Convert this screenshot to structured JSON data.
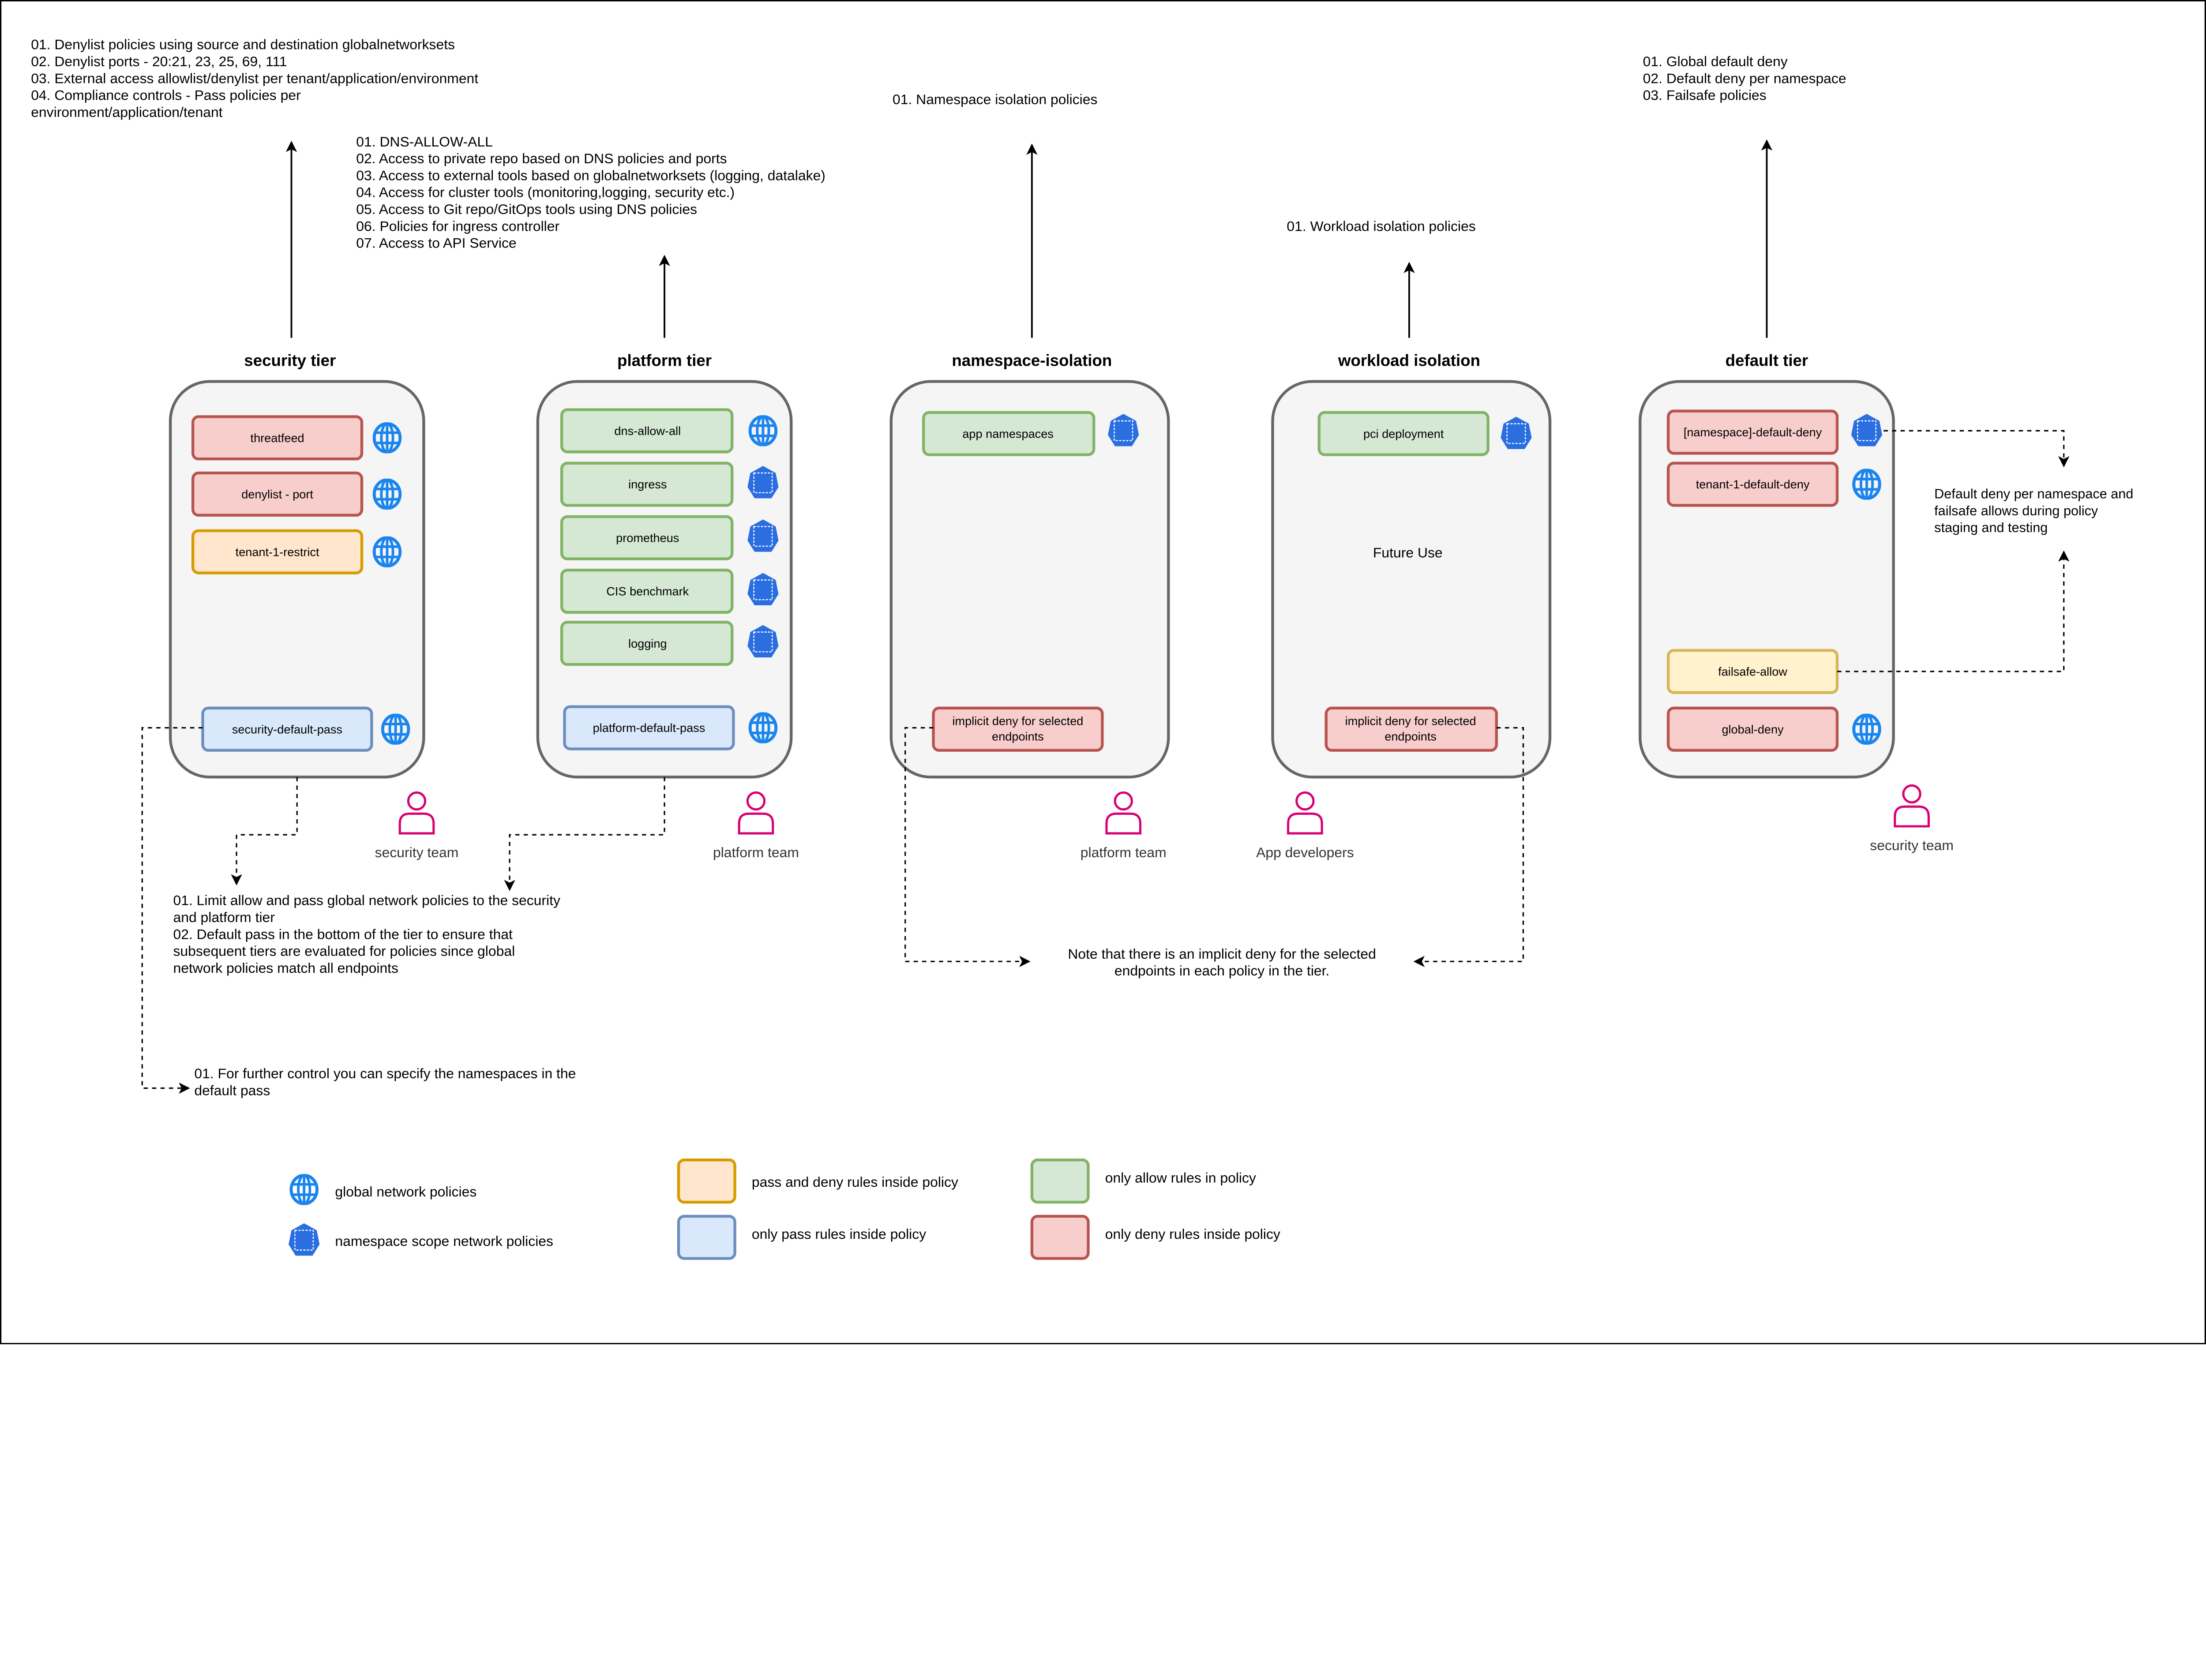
{
  "colors": {
    "deny": "#f8cecc",
    "allow": "#d5e8d4",
    "pass": "#dae8fc",
    "pass_deny": "#ffe6cc",
    "failsafe": "#fff2cc",
    "global_icon": "#1a85ef",
    "namespace_icon": "#2a6ee0",
    "person": "#d80073"
  },
  "security_notes": [
    "01. Denylist policies using source and destination globalnetworksets",
    "02. Denylist ports - 20:21, 23, 25, 69, 111",
    "03. External access allowlist/denylist per tenant/application/environment",
    "04. Compliance controls - Pass policies per",
    "environment/application/tenant"
  ],
  "platform_notes": [
    "01. DNS-ALLOW-ALL",
    "02. Access to private repo based on DNS policies and ports",
    "03. Access to external tools based on globalnetworksets (logging, datalake)",
    "04. Access for cluster tools (monitoring,logging, security etc.)",
    "05. Access to Git repo/GitOps tools using DNS policies",
    "06. Policies for ingress controller",
    "07. Access to API Service"
  ],
  "namespace_notes": [
    "01. Namespace isolation policies"
  ],
  "workload_notes": [
    "01. Workload isolation policies"
  ],
  "default_notes": [
    "01. Global default deny",
    "02. Default deny per namespace",
    "03. Failsafe policies"
  ],
  "tiers": {
    "security": {
      "title": "security tier",
      "items": [
        "threatfeed",
        "denylist - port",
        "tenant-1-restrict",
        "security-default-pass"
      ],
      "team": "security team"
    },
    "platform": {
      "title": "platform tier",
      "items": [
        "dns-allow-all",
        "ingress",
        "prometheus",
        "CIS benchmark",
        "logging",
        "platform-default-pass"
      ],
      "team": "platform team"
    },
    "namespace": {
      "title": "namespace-isolation",
      "items": [
        "app namespaces",
        "implicit deny for selected",
        "endpoints"
      ],
      "team": "platform team"
    },
    "workload": {
      "title": "workload isolation",
      "items": [
        "pci deployment",
        "implicit deny for selected",
        "endpoints"
      ],
      "future": "Future Use",
      "team": "App developers"
    },
    "default": {
      "title": "default tier",
      "items": [
        "[namespace]-default-deny",
        "tenant-1-default-deny",
        "failsafe-allow",
        "global-deny"
      ],
      "team": "security team"
    }
  },
  "pass_notes": [
    "01. Limit allow and pass global network policies to the security",
    "and platform tier",
    "02. Default pass in the bottom of the tier to ensure that",
    "subsequent tiers are evaluated for policies since global",
    "network policies match all endpoints"
  ],
  "namespace_pass_notes": [
    "01. For further control you can specify the namespaces in the",
    "default pass"
  ],
  "implicit_notes": [
    "Note that there is an implicit deny for the selected",
    "endpoints in each policy in the tier."
  ],
  "default_side_notes": [
    "Default deny per namespace and",
    "failsafe allows during policy",
    "staging and testing"
  ],
  "legend": {
    "global": "global network policies",
    "namespace": "namespace scope network policies",
    "pass_deny": "pass and deny rules inside policy",
    "pass_only": "only pass rules inside policy",
    "allow_only": "only allow rules in policy",
    "deny_only": "only deny rules inside policy"
  }
}
